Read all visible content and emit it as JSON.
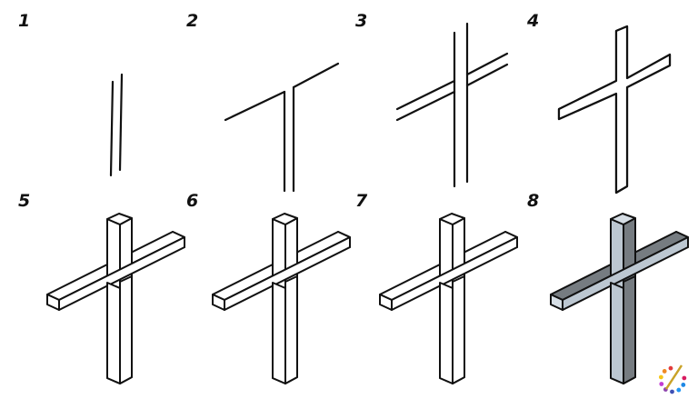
{
  "steps": [
    {
      "number": "1"
    },
    {
      "number": "2"
    },
    {
      "number": "3"
    },
    {
      "number": "4"
    },
    {
      "number": "5"
    },
    {
      "number": "6"
    },
    {
      "number": "7"
    },
    {
      "number": "8"
    }
  ],
  "colors": {
    "line": "#111111",
    "top_face": "#d6dee5",
    "light_face": "#bcc7d1",
    "dark_face": "#767c81"
  },
  "logo": {
    "icon": "paint-palette-brush-logo"
  }
}
